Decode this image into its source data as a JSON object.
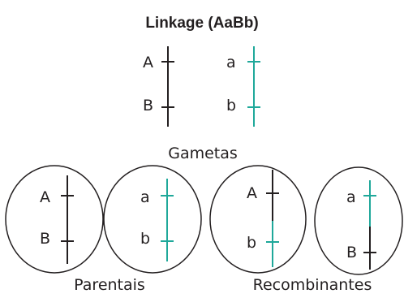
{
  "title": "Linkage (AaBb)",
  "parents": {
    "left": {
      "top_allele": "A",
      "bottom_allele": "B"
    },
    "right": {
      "top_allele": "a",
      "bottom_allele": "b"
    }
  },
  "gametes_label": "Gametas",
  "gametes": [
    {
      "top_allele": "A",
      "bottom_allele": "B"
    },
    {
      "top_allele": "a",
      "bottom_allele": "b"
    },
    {
      "top_allele": "A",
      "bottom_allele": "b"
    },
    {
      "top_allele": "a",
      "bottom_allele": "B"
    }
  ],
  "parental_label": "Parentais",
  "recombinant_label": "Recombinantes",
  "colors": {
    "dark": "#231f20",
    "teal": "#1fa89a"
  }
}
